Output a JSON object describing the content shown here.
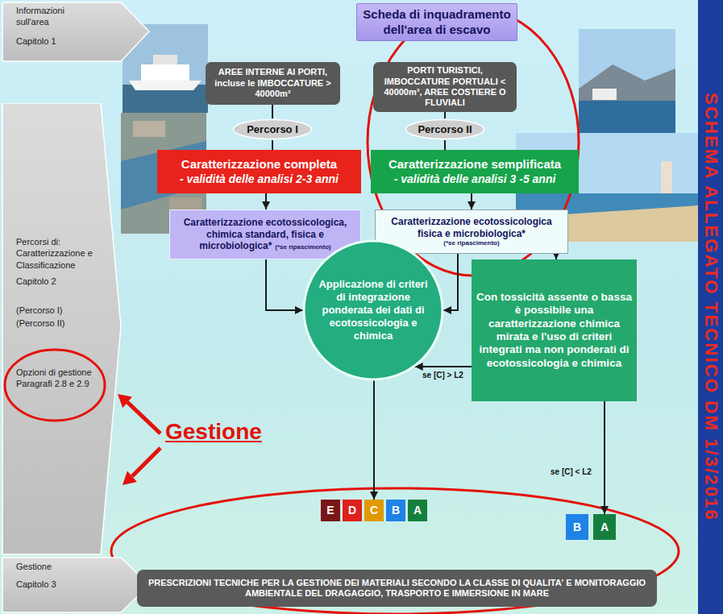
{
  "diagram": {
    "nodes": [
      {
        "text": [
          "Informazioni sull'area",
          "Capitolo 1"
        ]
      },
      {
        "text": [
          "Scheda di inquadramento dell'area di escavo"
        ]
      },
      {
        "text": [
          "AREE INTERNE AI PORTI, incluse le IMBOCCATURE > 40000m³"
        ]
      },
      {
        "text": [
          "PORTI TURISTICI, IMBOCCATURE PORTUALI < 40000m³, AREE COSTIERE O FLUVIALI"
        ]
      },
      {
        "text": [
          "Percorso I"
        ]
      },
      {
        "text": [
          "Percorso II"
        ]
      },
      {
        "text": [
          "Caratterizzazione completa",
          "- validità delle analisi 2-3 anni"
        ]
      },
      {
        "text": [
          "Caratterizzazione semplificata",
          "- validità delle analisi 3 -5 anni"
        ]
      },
      {
        "text": [
          "Percorsi di: Caratterizzazione e Classificazione",
          "Capitolo 2",
          "(Percorso I)",
          "(Percorso II)",
          "Opzioni di gestione Paragrafi 2.8 e 2.9"
        ]
      },
      {
        "text": [
          "Caratterizzazione ecotossicologica, chimica standard, fisica e microbiologica*",
          "(*se ripascimento)"
        ]
      },
      {
        "text": [
          "Caratterizzazione ecotossicologica fisica e microbiologica*",
          "(*se ripascimento)"
        ]
      },
      {
        "text": [
          "Applicazione di criteri di integrazione ponderata dei dati di ecotossicologia e chimica"
        ]
      },
      {
        "text": [
          "Con tossicità assente o bassa è possibile una caratterizzazione chimica mirata e l'uso di criteri integrati ma non ponderati di ecotossicologia e chimica"
        ]
      },
      {
        "text": [
          "E"
        ]
      },
      {
        "text": [
          "D"
        ]
      },
      {
        "text": [
          "C"
        ]
      },
      {
        "text": [
          "B"
        ]
      },
      {
        "text": [
          "A"
        ]
      },
      {
        "text": [
          "B"
        ]
      },
      {
        "text": [
          "A"
        ]
      },
      {
        "text": [
          "Gestione",
          "Capitolo 3"
        ]
      },
      {
        "text": [
          "PRESCRIZIONI TECNICHE PER LA GESTIONE DEI MATERIALI SECONDO LA CLASSE DI QUALITA' E MONITORAGGIO AMBIENTALE DEL DRAGAGGIO, TRASPORTO E IMMERSIONE IN MARE"
        ]
      }
    ],
    "edges": [
      {
        "from": 2,
        "to": 4,
        "arrow": "none"
      },
      {
        "from": 3,
        "to": 5,
        "arrow": "none"
      },
      {
        "from": 4,
        "to": 6,
        "arrow": "none"
      },
      {
        "from": 5,
        "to": 7,
        "arrow": "none"
      },
      {
        "from": 6,
        "to": 9,
        "arrow": "to"
      },
      {
        "from": 7,
        "to": 10,
        "arrow": "to"
      },
      {
        "from": 9,
        "to": 11,
        "arrow": "to"
      },
      {
        "from": 10,
        "to": 11,
        "arrow": "to"
      },
      {
        "from": 10,
        "to": 12,
        "arrow": "to"
      },
      {
        "from": 12,
        "to": 11,
        "label": "se [C] > L2",
        "arrow": "to"
      },
      {
        "from": 12,
        "to": 19,
        "label": "se [C] < L2",
        "arrow": "to"
      },
      {
        "from": 11,
        "to": 15,
        "arrow": "to"
      }
    ],
    "labels": [
      "Gestione",
      "SCHEMA ALLEGATO TECNICO DM 1/3/2016"
    ]
  }
}
